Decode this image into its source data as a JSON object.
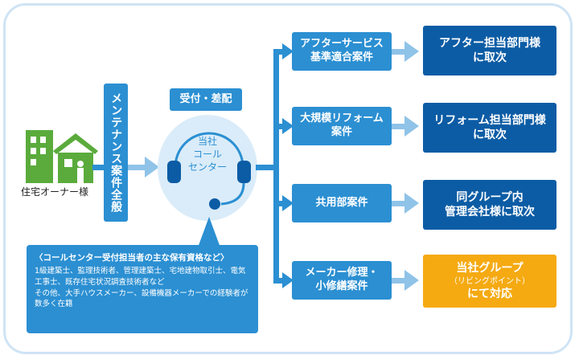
{
  "owner_label": "住宅オーナー様",
  "maintenance_label": "メンテナンス案件全般",
  "reception_label": "受付・差配",
  "call_center_label": "当社\nコール\nセンター",
  "info": {
    "title": "〈コールセンター受付担当者の主な保有資格など〉",
    "body": "1級建築士、監理技術者、管理建築士、宅地建物取引士、電気工事士、既存住宅状況調査技術者など\nその他、大手ハウスメーカー、設備機器メーカーでの経験者が数多く在籍"
  },
  "cases": [
    "アフターサービス\n基準適合案件",
    "大規模リフォーム\n案件",
    "共用部案件",
    "メーカー修理・\n小修繕案件"
  ],
  "destinations": [
    "アフター担当部門様\nに取次",
    "リフォーム担当部門様\nに取次",
    "同グループ内\n管理会社様に取次"
  ],
  "gold": {
    "line1": "当社グループ",
    "line2": "（リビングポイント）",
    "line3": "にて対応"
  },
  "colors": {
    "light_blue": "#2b8fd2",
    "dark_blue": "#0c5ca5",
    "gold": "#f5aa12",
    "green": "#5aab3c",
    "circle": "#daecf9"
  }
}
